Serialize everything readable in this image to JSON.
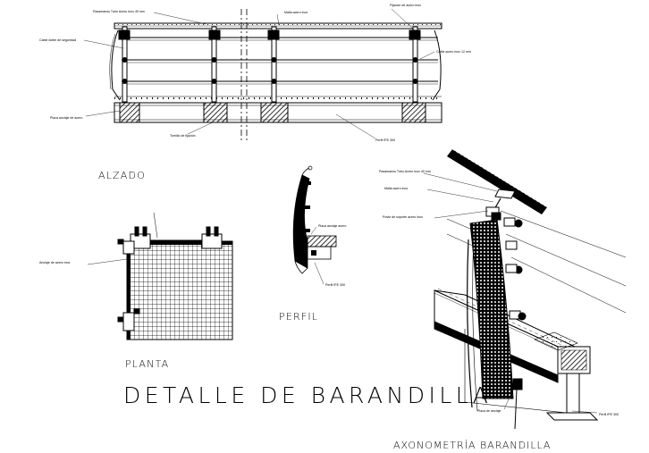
{
  "titles": {
    "main": "DETALLE DE BARANDILLA",
    "alzado": "ALZADO",
    "planta": "PLANTA",
    "perfil": "PERFIL",
    "axonometria": "AXONOMETRÍA BARANDILLA"
  },
  "annotations": {
    "alz_pasamanos": "Pasamanos Tubo Acero Inox 40 mm",
    "alz_malla": "Malla acero inox",
    "alz_fijacion": "Fijación de acero inox",
    "alz_cable_seg": "Cable doble de seguridad",
    "alz_cable_inox": "Cable acero inox 12 mm",
    "alz_placa": "Placa anclaje de acero",
    "alz_tornillo": "Tornillo de fijación",
    "alz_perfil": "Perfil IPE 300",
    "planta_anclaje": "Anclaje de acero inox",
    "perfil_placa": "Placa anclaje acero",
    "perfil_ipe": "Perfil IPE 300",
    "axo_pasamanos": "Pasamanos Tubo Acero Inox 40 mm",
    "axo_malla": "Malla acero inox",
    "axo_soporte": "Poste de soporte acero inox",
    "axo_placa": "Placa de anclaje",
    "axo_perfil": "Perfil IPE 300"
  }
}
